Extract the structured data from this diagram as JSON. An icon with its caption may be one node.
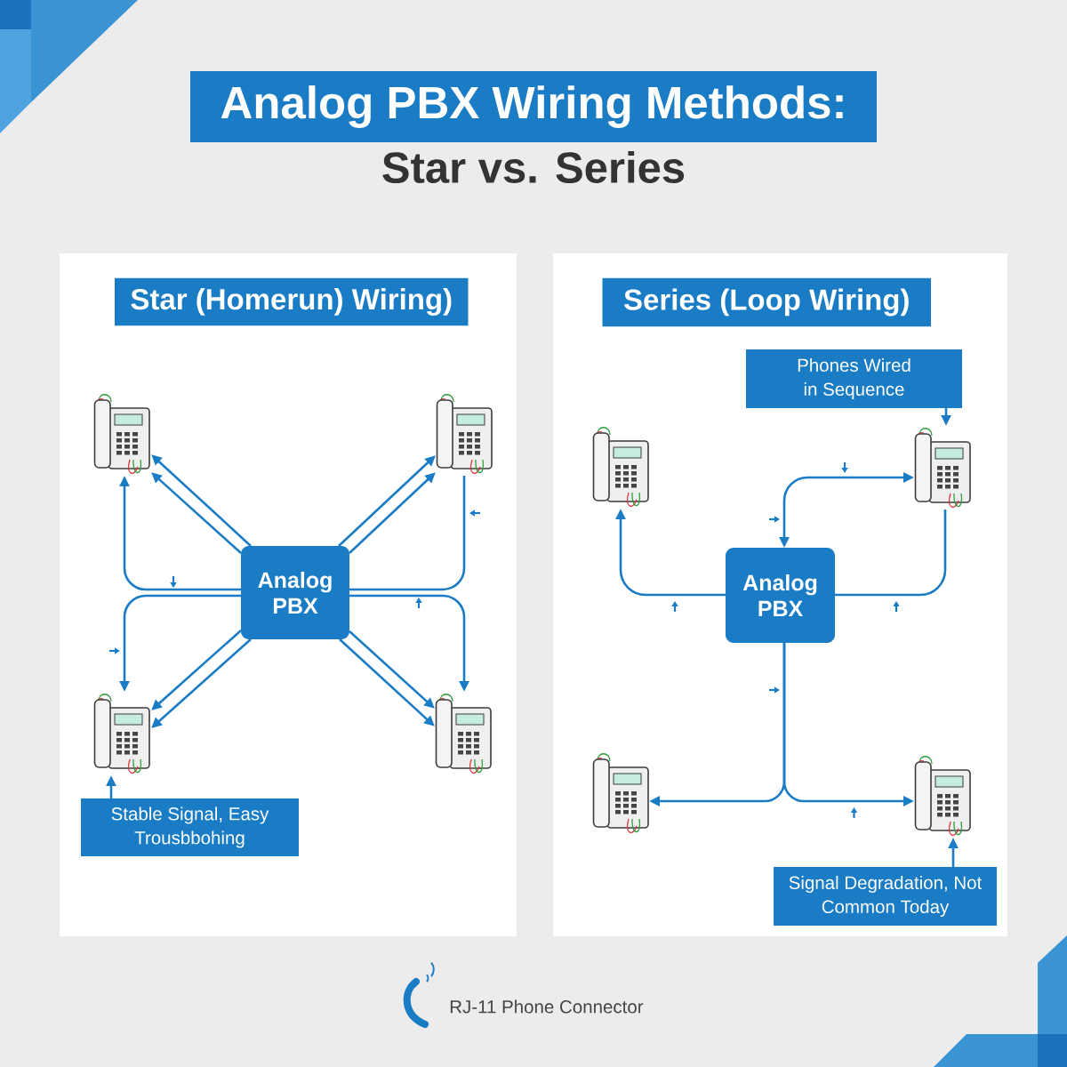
{
  "diagram": {
    "title": "Analog PBX Wiring Methods:",
    "nodes": [
      {
        "text": [
          "Star (Homerun) Wiring)"
        ]
      },
      {
        "text": [],
        "shape": "picture",
        "in": 0
      },
      {
        "text": [],
        "shape": "picture",
        "in": 0
      },
      {
        "text": [
          "Analog PBX"
        ],
        "in": 0
      },
      {
        "text": [],
        "shape": "picture",
        "in": 0
      },
      {
        "text": [],
        "shape": "picture",
        "in": 0
      },
      {
        "text": [
          "Stable Signal, Easy Trousbbohing"
        ],
        "in": 0
      },
      {
        "text": [
          "Series (Loop Wiring)"
        ]
      },
      {
        "text": [
          "Phones Wired in Sequence"
        ],
        "in": 7
      },
      {
        "text": [],
        "shape": "picture",
        "in": 7
      },
      {
        "text": [],
        "shape": "picture",
        "in": 7
      },
      {
        "text": [
          "Analog PBX"
        ],
        "in": 7
      },
      {
        "text": [],
        "shape": "picture",
        "in": 7
      },
      {
        "text": [],
        "shape": "picture",
        "in": 7
      },
      {
        "text": [
          "Signal Degradation, Not Common Today"
        ],
        "in": 7
      }
    ],
    "edges": [
      {
        "from": 3,
        "to": 1,
        "arrow": "to"
      },
      {
        "from": 3,
        "to": 1,
        "arrow": "to"
      },
      {
        "from": 3,
        "to": 2,
        "arrow": "to"
      },
      {
        "from": 3,
        "to": 2,
        "arrow": "to"
      },
      {
        "from": 3,
        "to": 4,
        "arrow": "to"
      },
      {
        "from": 3,
        "to": 4,
        "arrow": "to"
      },
      {
        "from": 3,
        "to": 5,
        "arrow": "to"
      },
      {
        "from": 3,
        "to": 5,
        "arrow": "to"
      },
      {
        "from": 3,
        "to": 1,
        "arrow": "to"
      },
      {
        "from": 3,
        "to": 4,
        "arrow": "to"
      },
      {
        "from": 3,
        "to": 2,
        "arrow": "none"
      },
      {
        "from": 3,
        "to": 5,
        "arrow": "to"
      },
      {
        "from": 6,
        "to": 4,
        "arrow": "to"
      },
      {
        "from": 8,
        "to": 10,
        "arrow": "to"
      },
      {
        "from": 11,
        "to": 10,
        "arrow": "both"
      },
      {
        "from": 11,
        "to": 9,
        "arrow": "to"
      },
      {
        "from": 11,
        "to": 10,
        "arrow": "none"
      },
      {
        "from": 11,
        "to": 12,
        "arrow": "to"
      },
      {
        "from": 11,
        "to": 13,
        "arrow": "to"
      },
      {
        "from": 14,
        "to": 13,
        "arrow": "to"
      }
    ],
    "labels": [
      "Star vs. Series"
    ],
    "legend": [
      {
        "text": "RJ-11 Phone Connector"
      }
    ]
  }
}
